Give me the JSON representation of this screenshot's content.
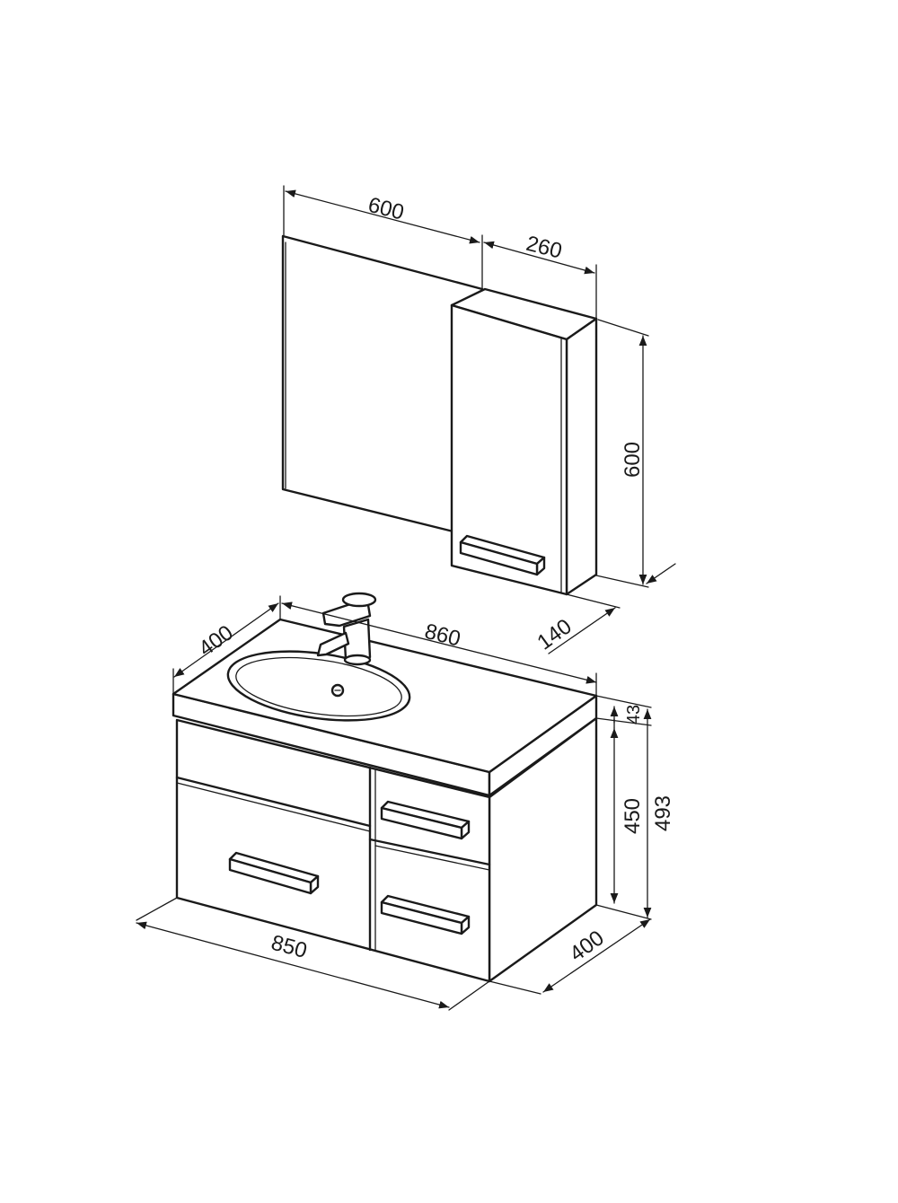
{
  "dimensions": {
    "mirror_width": "600",
    "cabinet_width": "260",
    "cabinet_height": "600",
    "cabinet_depth": "140",
    "vanity_top_width": "860",
    "vanity_top_depth": "400",
    "top_thickness": "43",
    "body_height": "450",
    "total_height": "493",
    "body_width": "850",
    "body_depth": "400"
  },
  "colors": {
    "line": "#1a1a1a",
    "background": "#ffffff"
  }
}
